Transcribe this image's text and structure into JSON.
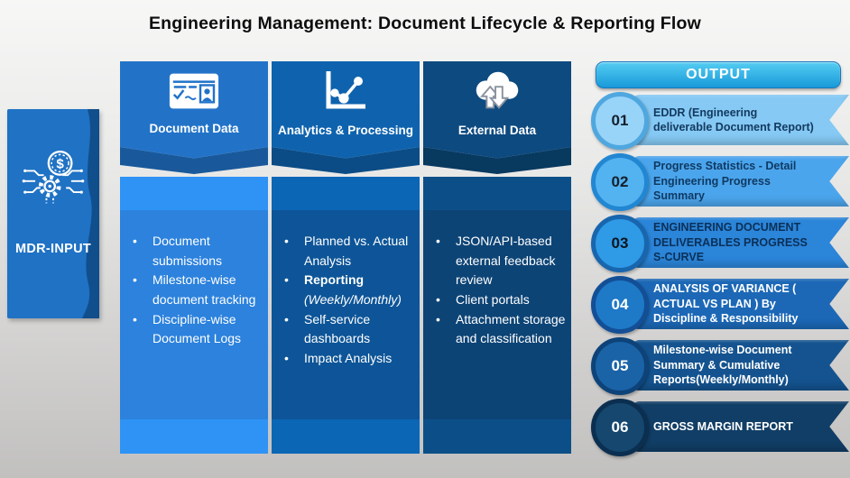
{
  "title": "Engineering Management: Document Lifecycle & Reporting Flow",
  "input": {
    "label": "MDR-INPUT",
    "icon": "money-gear-circuit-icon",
    "color": "#1F72C4",
    "shadow_color": "#114E8C"
  },
  "columns": [
    {
      "header": "Document Data",
      "icon": "id-card-icon",
      "header_color": "#2273C8",
      "chevron_color": "#19599B",
      "strip_color": "#2E93F5",
      "body_color": "#2C82DD",
      "items": [
        "Document submissions",
        "Milestone-wise document tracking",
        "Discipline-wise Document Logs"
      ]
    },
    {
      "header": "Analytics & Processing",
      "icon": "line-chart-icon",
      "header_color": "#0F63AE",
      "chevron_color": "#0B4C86",
      "strip_color": "#0B66B5",
      "body_color": "#0D5598",
      "items": [
        "Planned vs. Actual Analysis",
        {
          "bold": "Reporting",
          "italic": " (Weekly/Monthly)"
        },
        "Self-service dashboards",
        "Impact Analysis"
      ]
    },
    {
      "header": "External Data",
      "icon": "cloud-sync-icon",
      "header_color": "#0D4A80",
      "chevron_color": "#08395F",
      "strip_color": "#0C4F88",
      "body_color": "#0D4476",
      "items": [
        "JSON/API-based external feedback review",
        "Client portals",
        "Attachment storage and classification"
      ]
    }
  ],
  "output": {
    "title": "OUTPUT",
    "grad": [
      "#55CDF2",
      "#189AD9"
    ],
    "items": [
      {
        "num": "01",
        "label": "EDDR (Engineering deliverable Document Report)",
        "banner_color": "#85C9F4",
        "circle_color": "#98D3F8",
        "ring_color": "#4FA7DF",
        "text_color": "#143A60",
        "num_color": "#15202B"
      },
      {
        "num": "02",
        "label": "Progress Statistics - Detail Engineering Progress Summary",
        "banner_color": "#4BA5EC",
        "circle_color": "#53B2F0",
        "ring_color": "#2287D2",
        "text_color": "#103A63",
        "num_color": "#15202B"
      },
      {
        "num": "03",
        "label": "ENGINEERING DOCUMENT DELIVERABLES PROGRESS S-CURVE",
        "banner_color": "#2B85D9",
        "circle_color": "#2F9AE6",
        "ring_color": "#1766AE",
        "text_color": "#0B3057",
        "num_color": "#0D1520"
      },
      {
        "num": "04",
        "label": "ANALYSIS OF VARIANCE ( ACTUAL VS PLAN ) By Discipline & Responsibility",
        "banner_color": "#1C68B6",
        "circle_color": "#1E79C7",
        "ring_color": "#134F96",
        "text_color": "#FFFFFF",
        "num_color": "#FFFFFF"
      },
      {
        "num": "05",
        "label": "Milestone-wise Document Summary & Cumulative Reports(Weekly/Monthly)",
        "banner_color": "#14538F",
        "circle_color": "#1A63A7",
        "ring_color": "#0D4379",
        "text_color": "#FFFFFF",
        "num_color": "#FFFFFF"
      },
      {
        "num": "06",
        "label": "GROSS MARGIN REPORT",
        "banner_color": "#113E66",
        "circle_color": "#15476F",
        "ring_color": "#0B2F50",
        "text_color": "#FFFFFF",
        "num_color": "#FFFFFF"
      }
    ]
  }
}
